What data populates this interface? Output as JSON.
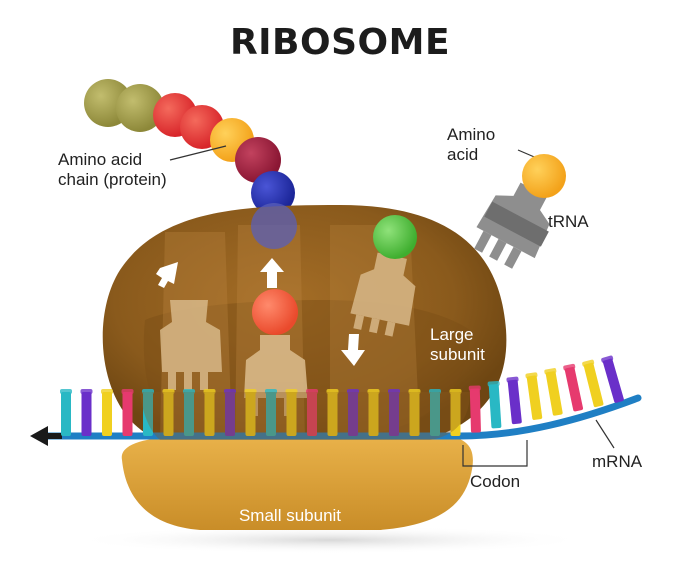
{
  "title": "RIBOSOME",
  "labels": {
    "amino_acid_chain_line1": "Amino acid",
    "amino_acid_chain_line2": "chain (protein)",
    "amino_acid_line1": "Amino",
    "amino_acid_line2": "acid",
    "trna": "tRNA",
    "large_subunit_line1": "Large",
    "large_subunit_line2": "subunit",
    "small_subunit": "Small subunit",
    "codon": "Codon",
    "mrna": "mRNA"
  },
  "colors": {
    "large_subunit": "#8a5a1c",
    "small_subunit": "#d9a23c",
    "mrna_backbone": "#1f7fc4",
    "trna_body": "#8e8e8e",
    "base_colors": [
      "#29b8c4",
      "#6a2fc9",
      "#f0d020",
      "#e63a6e"
    ]
  },
  "icons": {
    "arrow_left": "arrow-left-icon",
    "arrow_up": "arrow-up-icon",
    "arrow_down": "arrow-down-icon"
  }
}
